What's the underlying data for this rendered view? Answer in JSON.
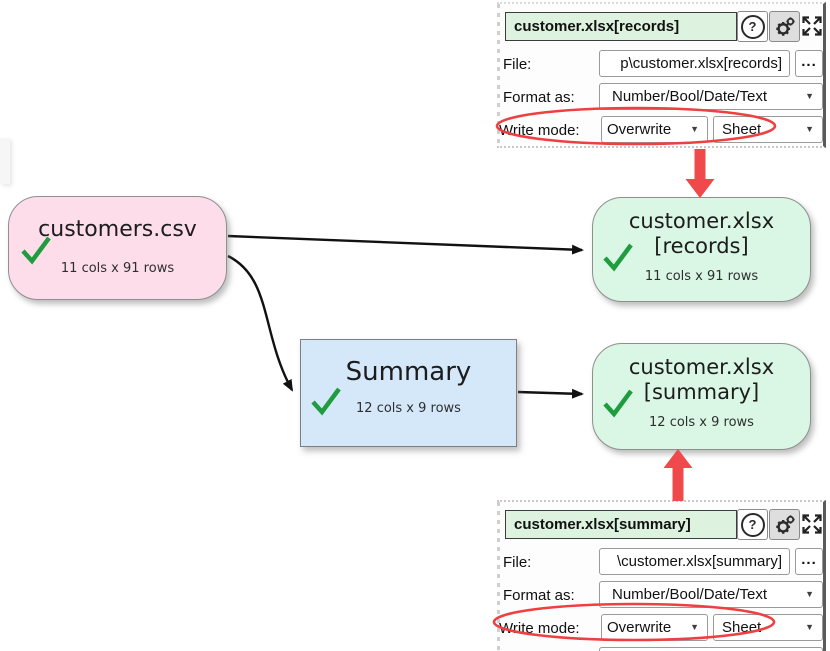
{
  "icons": {
    "help": "?",
    "dropdown_arrow": "▼",
    "browse": "..."
  },
  "panels": {
    "records": {
      "title": "customer.xlsx[records]",
      "file_label": "File:",
      "file_value": "p\\customer.xlsx[records]",
      "format_label": "Format as:",
      "format_value": "Number/Bool/Date/Text",
      "write_mode_label": "Write mode:",
      "write_mode_value": "Overwrite",
      "write_target_value": "Sheet"
    },
    "summary": {
      "title": "customer.xlsx[summary]",
      "file_label": "File:",
      "file_value": "\\customer.xlsx[summary]",
      "format_label": "Format as:",
      "format_value": "Number/Bool/Date/Text",
      "write_mode_label": "Write mode:",
      "write_mode_value": "Overwrite",
      "write_target_value": "Sheet"
    }
  },
  "nodes": {
    "source_csv": {
      "title": "customers.csv",
      "stats": "11 cols x 91 rows"
    },
    "output_records": {
      "title_line1": "customer.xlsx",
      "title_line2": "[records]",
      "stats": "11 cols x 91 rows"
    },
    "transform_summary": {
      "title": "Summary",
      "stats": "12 cols x 9 rows"
    },
    "output_summary": {
      "title_line1": "customer.xlsx",
      "title_line2": "[summary]",
      "stats": "12 cols x 9 rows"
    }
  },
  "colors": {
    "source_node": "#fcdde9",
    "output_node": "#d9f7e4",
    "transform_node": "#d4e8fa",
    "panel_title_bg": "#ddf3e0",
    "annotation_red": "#ee3f41",
    "check_green": "#1f9c3d",
    "connector_black": "#111111"
  }
}
